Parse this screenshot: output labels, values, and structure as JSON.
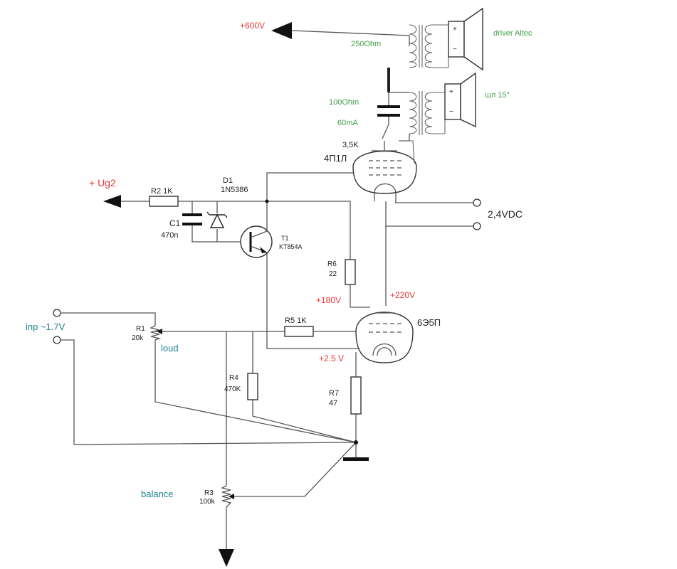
{
  "diagram": {
    "labels": {
      "b_plus": "+600V",
      "tr_top_imp": "250Ohm",
      "speaker_top": "driver Altec",
      "tr_bot_imp": "100Ohm",
      "tr_bot_cur": "60mA",
      "speaker_bot": "шл 15\"",
      "primary_imp": "3,5K",
      "tube_out": "4П1Л",
      "ug2": "+ Ug2",
      "r2": "R2 1K",
      "d1": "D1",
      "d1_type": "1N5386",
      "c1": "C1",
      "c1_val": "470n",
      "t1": "T1",
      "t1_type": "KT854A",
      "filament": "2,4VDC",
      "r6": "R6",
      "r6_val": "22",
      "v180": "+180V",
      "v220": "+220V",
      "tube_drv": "6Э5П",
      "input": "inp ~1.7V",
      "r1": "R1",
      "r1_val": "20k",
      "loud": "loud",
      "r5": "R5 1K",
      "v25": "+2.5 V",
      "r4": "R4",
      "r4_val": "470K",
      "r7": "R7",
      "r7_val": "47",
      "balance": "balance",
      "r3": "R3",
      "r3_val": "100k",
      "plus": "+",
      "minus": "−"
    }
  }
}
